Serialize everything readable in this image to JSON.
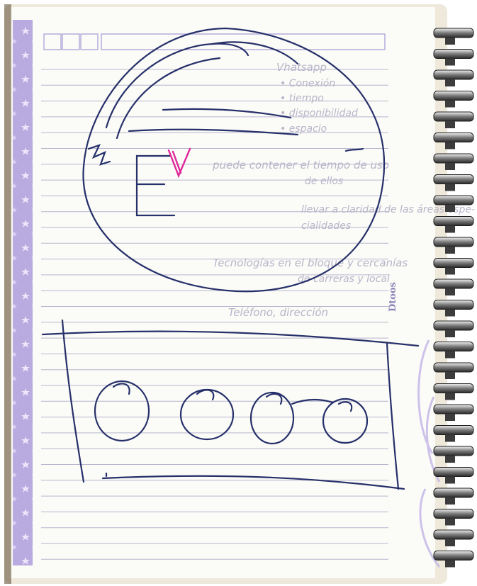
{
  "notebook": {
    "brand": "Dtoos",
    "faint_lines": [
      "Vhatsapp",
      "• Conexión",
      "• tiempo",
      "• disponibilidad",
      "• espacio",
      "puede contener el tiempo de uso",
      "de ellos",
      "llevar a claridad de las áreas espe-",
      "cialidades",
      "Tecnologías en el bloque y cercanías",
      "de carreras y local",
      "Teléfono, dirección"
    ],
    "top_boxes": {
      "small_box_count": 3
    }
  },
  "drawing": {
    "big_circle_letter": "E",
    "check_mark": "V",
    "small_circles_count": 4
  },
  "colors": {
    "paper": "#fbfbf7",
    "rule_line": "#b8b6cf",
    "margin_band": "#bcaee0",
    "ink": "#26306a",
    "magenta": "#e0279a",
    "ring_metal": "#4a4a4a",
    "faint_text": "#b9b4c9"
  }
}
